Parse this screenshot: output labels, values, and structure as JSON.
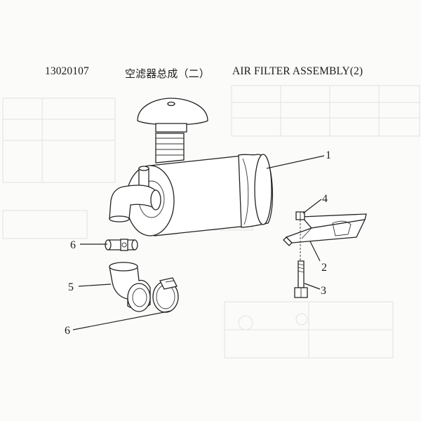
{
  "header": {
    "part_number": "13020107",
    "title_cn": "空滤器总成（二）",
    "title_en": "AIR FILTER ASSEMBLY(2)"
  },
  "callouts": [
    {
      "id": "1"
    },
    {
      "id": "2"
    },
    {
      "id": "3"
    },
    {
      "id": "4"
    },
    {
      "id": "5"
    },
    {
      "id": "6"
    },
    {
      "id": "6"
    }
  ],
  "colors": {
    "ink": "#222222",
    "paper": "#fbfbf9",
    "bleed_through": "#e4e4e0"
  }
}
